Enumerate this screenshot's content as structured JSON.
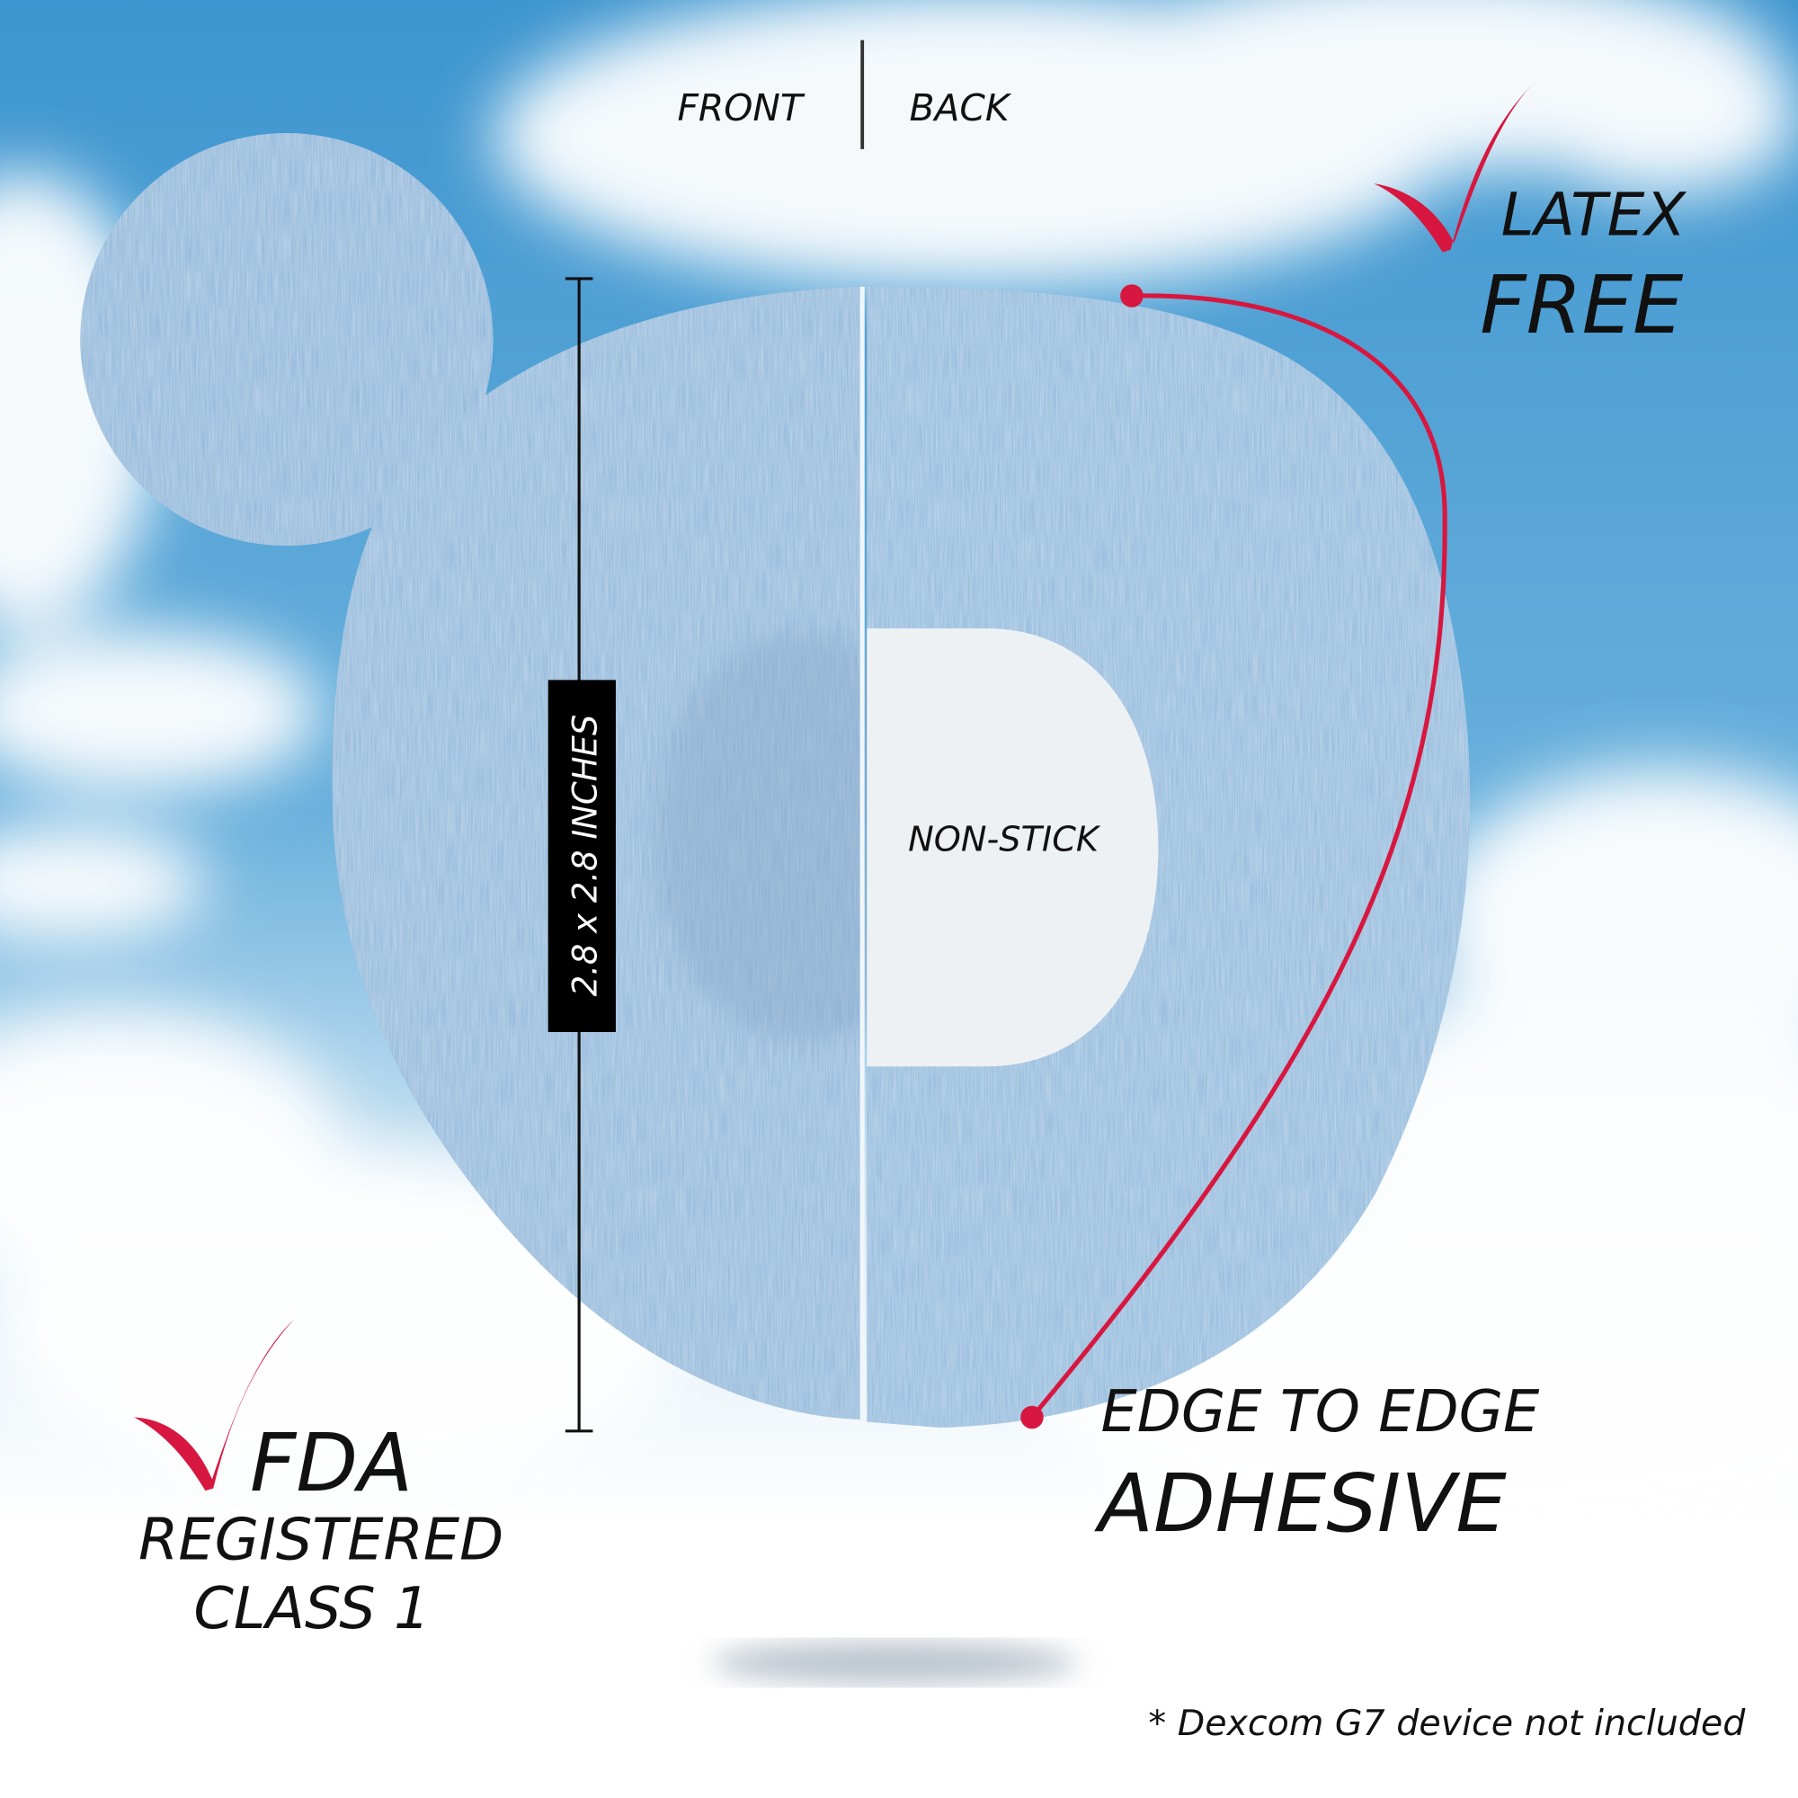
{
  "labels": {
    "front": "FRONT",
    "back": "BACK",
    "dimension": "2.8 x 2.8 INCHES",
    "non_stick": "NON-STICK",
    "latex_line1": "LATEX",
    "latex_line2": "FREE",
    "edge_line1": "EDGE TO EDGE",
    "edge_line2": "ADHESIVE",
    "fda_line1": "FDA",
    "fda_line2": "REGISTERED",
    "fda_line3": "CLASS 1",
    "footnote": "* Dexcom G7 device not included"
  },
  "colors": {
    "accent": "#d7173f",
    "patch": "#8fb6d9",
    "sky": "#3f97cf"
  }
}
